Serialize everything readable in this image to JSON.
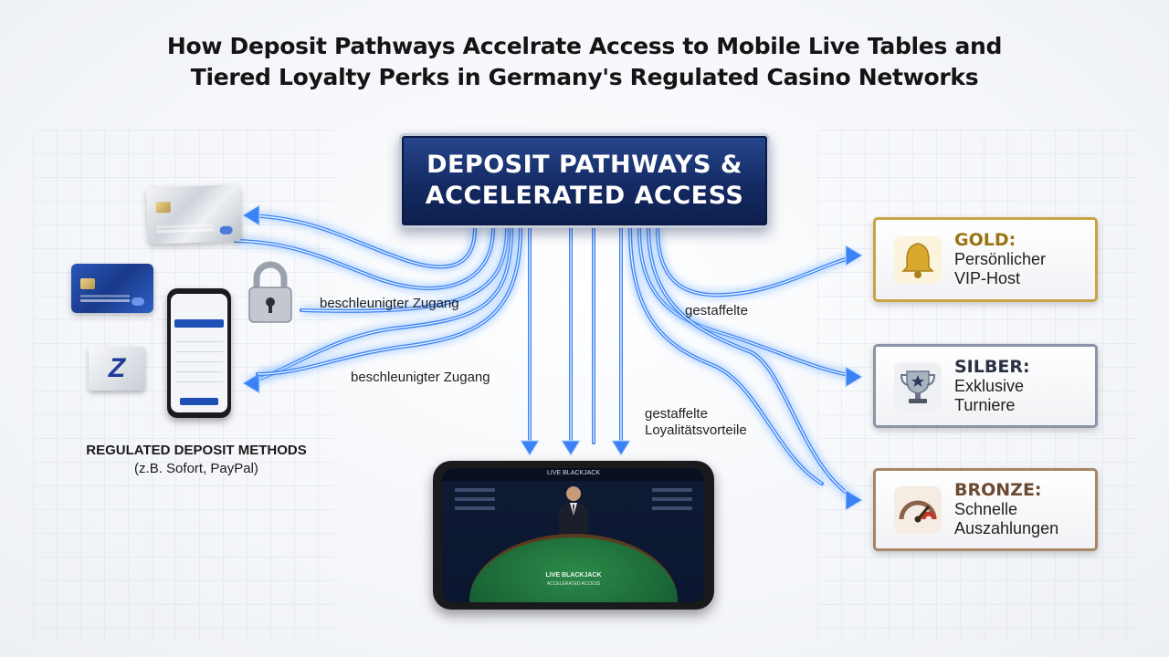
{
  "title": {
    "line1": "How Deposit Pathways Accelrate Access to Mobile Live Tables and",
    "line2": "Tiered Loyalty Perks in Germany's Regulated Casino Networks"
  },
  "hub": {
    "line1": "DEPOSIT PATHWAYS &",
    "line2": "ACCELERATED ACCESS"
  },
  "deposit": {
    "title": "REGULATED DEPOSIT METHODS",
    "subtitle": "(z.B. Sofort, PayPal)",
    "logo_letter": "Z",
    "icons": [
      "credit-card-icon",
      "credit-card-icon",
      "sofort-logo-icon",
      "padlock-icon",
      "smartphone-icon"
    ]
  },
  "flow_labels": {
    "access_upper": "beschleunigter Zugang",
    "access_lower": "beschleunigter Zugang",
    "tiered_short": "gestaffelte",
    "tiered_long_1": "gestaffelte",
    "tiered_long_2": "Loyalitätsvorteile"
  },
  "mobile_table": {
    "app_title": "LIVE BLACKJACK",
    "table_sign": "LIVE BLACKJACK",
    "table_sub": "ACCELERATED ACCESS"
  },
  "tiers": [
    {
      "level": "GOLD:",
      "line1": "Persönlicher",
      "line2": "VIP-Host",
      "icon": "bell-icon",
      "color": "#c7a446"
    },
    {
      "level": "SILBER:",
      "line1": "Exklusive",
      "line2": "Turniere",
      "icon": "trophy-icon",
      "color": "#8b95a6"
    },
    {
      "level": "BRONZE:",
      "line1": "Schnelle",
      "line2": "Auszahlungen",
      "icon": "speedometer-icon",
      "color": "#a88468"
    }
  ],
  "colors": {
    "flow": "#3b82f6",
    "flow_glow": "#93c5fd",
    "hub": "#142a63"
  }
}
